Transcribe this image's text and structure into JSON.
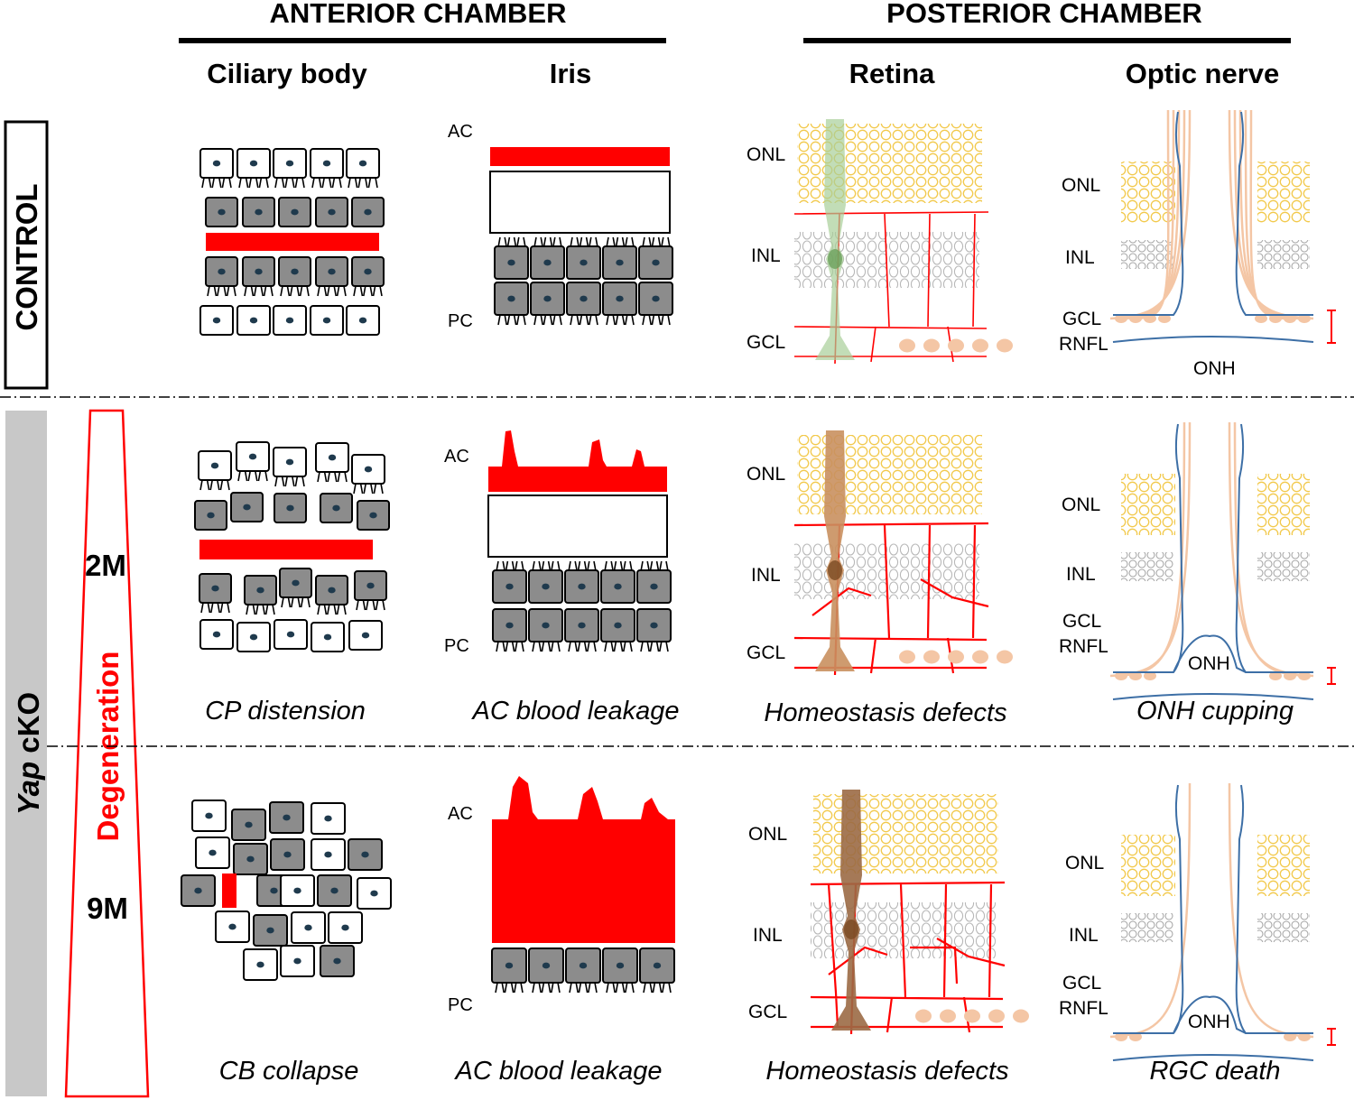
{
  "headers": {
    "anterior": "ANTERIOR CHAMBER",
    "posterior": "POSTERIOR CHAMBER"
  },
  "columns": {
    "ciliary_body": "Ciliary body",
    "iris": "Iris",
    "retina": "Retina",
    "optic_nerve": "Optic nerve"
  },
  "row_labels": {
    "control": "CONTROL",
    "yap_italic": "Yap",
    "yap_rest": " cKO"
  },
  "degeneration": {
    "label": "Degeneration",
    "early": "2M",
    "late": "9M"
  },
  "layers": {
    "onl": "ONL",
    "inl": "INL",
    "gcl": "GCL",
    "rnfl": "RNFL",
    "onh": "ONH",
    "ac": "AC",
    "pc": "PC"
  },
  "captions": {
    "row2": [
      "CP distension",
      "AC blood leakage",
      "Homeostasis defects",
      "ONH cupping"
    ],
    "row3": [
      "CB collapse",
      "AC blood leakage",
      "Homeostasis defects",
      "RGC death"
    ]
  },
  "colors": {
    "red": "#ff0000",
    "grey_cell": "#8c8c8c",
    "nucleus": "#1f3a4d",
    "onl_yellow": "#f2c94c",
    "inl_grey": "#b0b0b0",
    "nerve_blue": "#3d6fa6",
    "axon_peach": "#f4c6a5",
    "muller_control": "#a8cf98",
    "muller_degenerating": "#c98a5a",
    "band_grey": "#c8c8c8"
  }
}
